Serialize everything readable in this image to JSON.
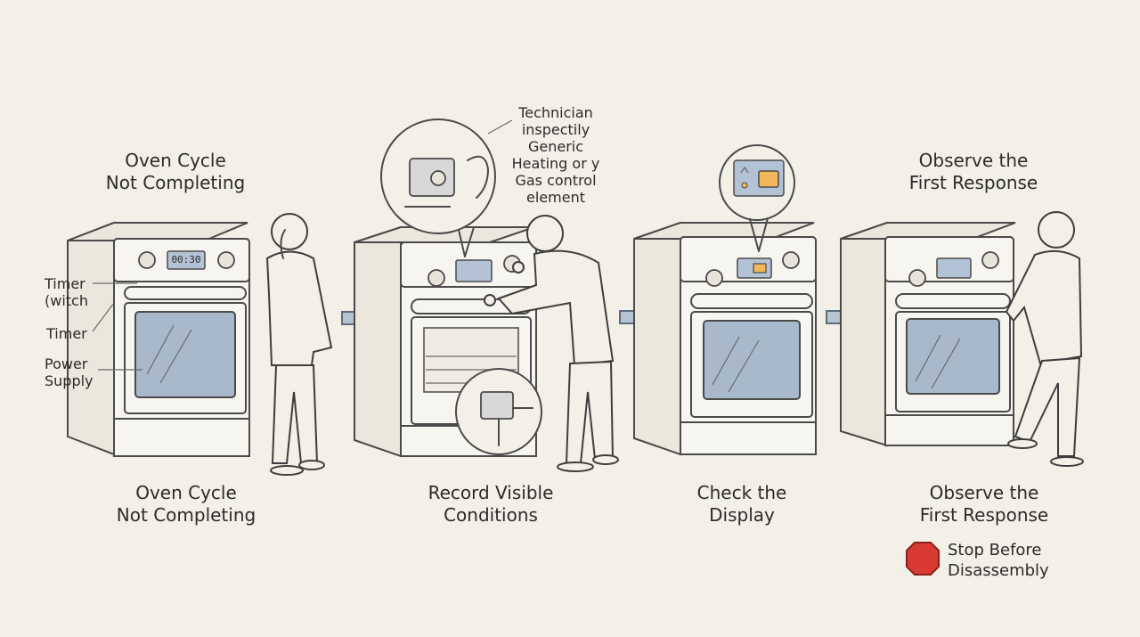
{
  "steps": [
    {
      "top_title": "Oven Cycle\nNot Completing",
      "bottom_label": "Oven Cycle\nNot Completing"
    },
    {
      "top_title": "",
      "bottom_label": "Record Visible\nConditions"
    },
    {
      "top_title": "",
      "bottom_label": "Check the\nDisplay"
    },
    {
      "top_title": "Observe the\nFirst Response",
      "bottom_label": "Observe the\nFirst Response"
    }
  ],
  "callouts": {
    "technician": "Technician\ninspectily\nGeneric\nHeating or y\nGas control\nelement"
  },
  "side_labels": {
    "timer_switch": "Timer\n(witch",
    "timer": "Timer",
    "power_supply": "Power\nSupply"
  },
  "display_readout": "00:30",
  "stop_note": {
    "text": "Stop Before\nDisassembly",
    "color": "#d93a34"
  },
  "colors": {
    "glass": "#a9b9cc",
    "accent_panel": "#f0b85a",
    "arrow": "#b7c3d1"
  }
}
